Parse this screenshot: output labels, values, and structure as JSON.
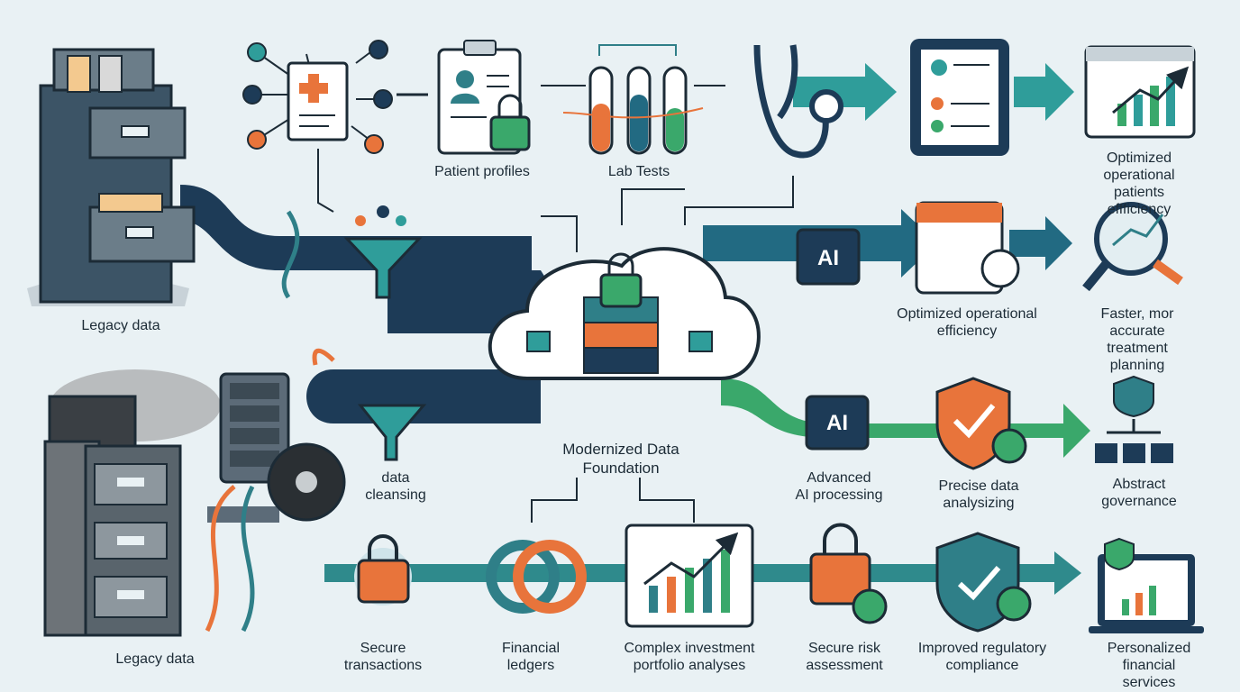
{
  "labels": {
    "legacy_top": "Legacy data",
    "legacy_bottom": "Legacy data",
    "patient_profiles": "Patient profiles",
    "lab_tests": "Lab Tests",
    "opt_patients": "Optimized operational\npatients effficiency",
    "opt_efficiency": "Optimized operational\nefficiency",
    "faster_treatment": "Faster, mor accurate\ntreatment planning",
    "foundation": "Modernized Data\nFoundation",
    "data_cleansing": "data\ncleansing",
    "advanced_ai": "Advanced\nAI processing",
    "precise_data": "Precise data\nanalysizing",
    "abstract_gov": "Abstract\ngovernance",
    "secure_transactions": "Secure\ntransactions",
    "financial_ledgers": "Financial\nledgers",
    "complex_investment": "Complex investment\nportfolio analyses",
    "secure_risk": "Secure risk\nassessment",
    "improved_regulatory": "Improved regulatory\ncompliance",
    "personalized_financial": "Personalized\nfinancial services"
  },
  "chip_text": "AI",
  "colors": {
    "navy": "#1d3b57",
    "teal": "#2f9d9a",
    "green": "#3aa86b",
    "orange": "#e8743b",
    "gray": "#5c6b78",
    "outline": "#1c2b36"
  }
}
